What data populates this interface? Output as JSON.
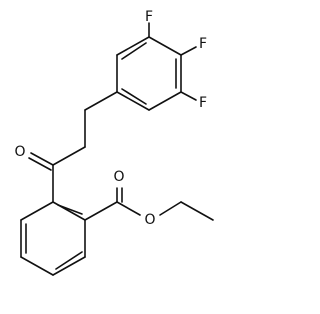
{
  "molecule": {
    "atoms": [
      {
        "element": "F"
      },
      {
        "element": "F"
      },
      {
        "element": "F"
      },
      {
        "element": "O"
      },
      {
        "element": "O"
      },
      {
        "element": "O"
      }
    ]
  },
  "colors": {
    "ink": "#111111",
    "background": "#ffffff"
  }
}
